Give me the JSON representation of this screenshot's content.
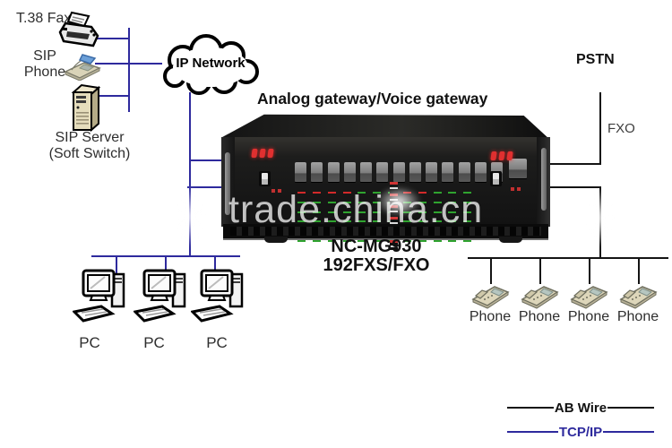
{
  "diagram": {
    "title": "Analog gateway/Voice gateway",
    "cloud_label": "IP Network",
    "nodes": {
      "fax": {
        "label": "T.38 Fax"
      },
      "sip_phone": {
        "label": "SIP Phone"
      },
      "sip_server": {
        "label": "SIP Server",
        "sublabel": "(Soft Switch)"
      },
      "pstn": {
        "label": "PSTN"
      },
      "fxo": {
        "label": "FXO"
      }
    },
    "device": {
      "model": "NC-MG930",
      "capacity": "192FXS/FXO",
      "watermark": "trade.china.cn"
    },
    "pcs": [
      {
        "label": "PC"
      },
      {
        "label": "PC"
      },
      {
        "label": "PC"
      }
    ],
    "phones": [
      {
        "label": "Phone"
      },
      {
        "label": "Phone"
      },
      {
        "label": "Phone"
      },
      {
        "label": "Phone"
      }
    ],
    "legend": {
      "ab_wire": {
        "label": "AB Wire",
        "color": "#141414"
      },
      "tcp_ip": {
        "label": "TCP/IP",
        "color": "#2e2a9d"
      }
    },
    "colors": {
      "tcp_ip_line": "#2e2a9d",
      "ab_wire_line": "#141414",
      "led_green": "#2fa32f",
      "led_red": "#d22a2a"
    }
  }
}
